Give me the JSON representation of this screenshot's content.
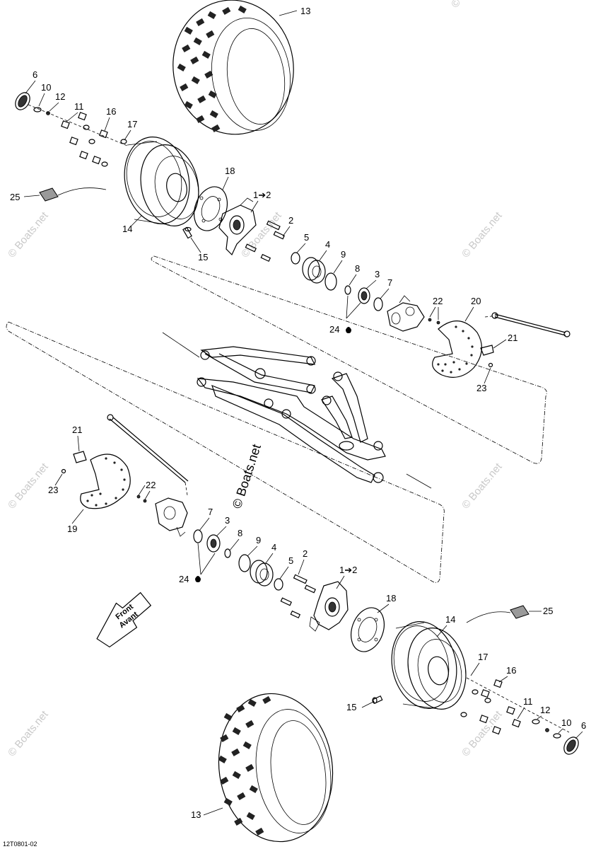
{
  "callouts_upper": {
    "c13": "13",
    "c6": "6",
    "c10": "10",
    "c12": "12",
    "c11": "11",
    "c16": "16",
    "c17": "17",
    "c25": "25",
    "c14": "14",
    "c18": "18",
    "c1to2": "1➔2",
    "c2": "2",
    "c15": "15",
    "c5": "5",
    "c4": "4",
    "c9": "9",
    "c8": "8",
    "c3": "3",
    "c7": "7",
    "c24": "24",
    "c22": "22",
    "c20": "20",
    "c21": "21",
    "c23": "23"
  },
  "callouts_lower": {
    "c21": "21",
    "c23": "23",
    "c22": "22",
    "c19": "19",
    "c7": "7",
    "c3": "3",
    "c8": "8",
    "c9": "9",
    "c4": "4",
    "c24": "24",
    "c2": "2",
    "c1to2": "1➔2",
    "c5": "5",
    "c18": "18",
    "c25": "25",
    "c14": "14",
    "c17": "17",
    "c16": "16",
    "c15": "15",
    "c11": "11",
    "c12": "12",
    "c10": "10",
    "c6": "6",
    "c13": "13"
  },
  "front_arrow": {
    "line1": "Front",
    "line2": "Avant"
  },
  "watermark": {
    "center": "© Boats.net",
    "small": "© Boats.net"
  },
  "footer": {
    "code": "12T0801-02"
  }
}
